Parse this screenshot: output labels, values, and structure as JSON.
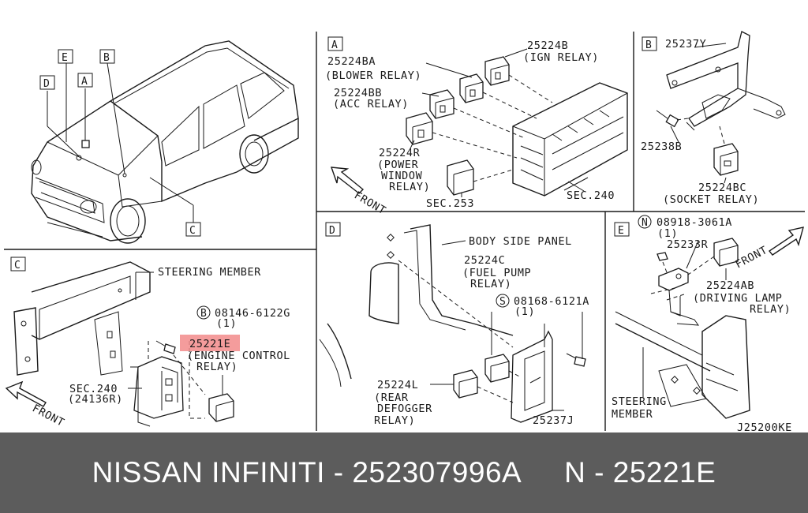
{
  "diagram": {
    "id_code": "J25200KE",
    "section_letters": {
      "A": "A",
      "B": "B",
      "C": "C",
      "D": "D",
      "E": "E"
    },
    "car_callouts": [
      "E",
      "B",
      "D",
      "A",
      "C"
    ],
    "section_a": {
      "ign_relay_no": "25224B",
      "ign_relay_name": "(IGN RELAY)",
      "blower_no": "25224BA",
      "blower_name": "(BLOWER RELAY)",
      "acc_no": "25224BB",
      "acc_name": "(ACC RELAY)",
      "pw_no": "25224R",
      "pw_l1": "(POWER",
      "pw_l2": "WINDOW",
      "pw_l3": "RELAY)",
      "front": "FRONT",
      "sec240": "SEC.240",
      "sec253": "SEC.253"
    },
    "section_b": {
      "bracket_no": "25237Y",
      "bolt_no": "25238B",
      "socket_no": "25224BC",
      "socket_name": "(SOCKET RELAY)"
    },
    "section_c": {
      "steering_member": "STEERING MEMBER",
      "bolt_circle": "B",
      "bolt_no": "08146-6122G",
      "bolt_qty": "(1)",
      "relay_no": "25221E",
      "relay_l1": "(ENGINE CONTROL",
      "relay_l2": "RELAY)",
      "sec240": "SEC.240",
      "sec240_sub": "(24136R)",
      "front": "FRONT"
    },
    "section_d": {
      "body_side_panel": "BODY SIDE PANEL",
      "fuel_no": "25224C",
      "fuel_l1": "(FUEL PUMP",
      "fuel_l2": "RELAY)",
      "screw_circle": "S",
      "screw_no": "08168-6121A",
      "screw_qty": "(1)",
      "rear_no": "25224L",
      "rear_l1": "(REAR",
      "rear_l2": "DEFOGGER",
      "rear_l3": "RELAY)",
      "bracket_no": "25237J"
    },
    "section_e": {
      "nut_circle": "N",
      "nut_no": "08918-3061A",
      "nut_qty": "(1)",
      "bracket_no": "25233R",
      "front": "FRONT",
      "driving_no": "25224AB",
      "driving_l1": "(DRIVING LAMP",
      "driving_l2": "RELAY)",
      "steering_l1": "STEERING",
      "steering_l2": "MEMBER"
    }
  },
  "footer": {
    "brand": "NISSAN INFINITI",
    "separator1": " - ",
    "oem_number": "252307996A",
    "spacer": "     ",
    "ref_prefix": "N",
    "separator2": " - ",
    "ref_number": "25221E"
  },
  "colors": {
    "highlight": "#f28b8b",
    "footer_bg": "#5c5c5c",
    "line": "#1a1a1a"
  }
}
